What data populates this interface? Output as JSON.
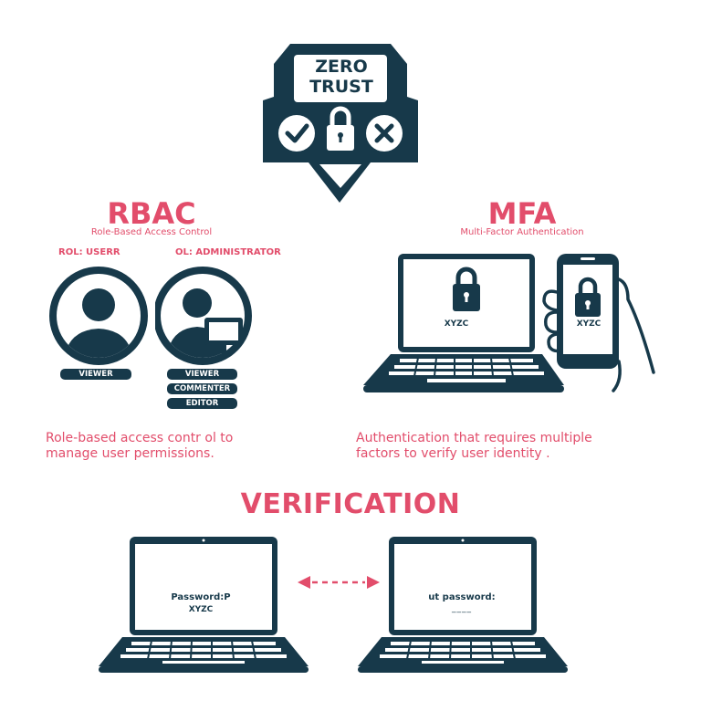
{
  "colors": {
    "navy": "#17394a",
    "accent": "#e24d6b",
    "background": "#ffffff"
  },
  "shield": {
    "title_line1": "ZERO",
    "title_line2": "TRUST",
    "icons": [
      "check-icon",
      "padlock-icon",
      "x-icon"
    ]
  },
  "rbac": {
    "title": "RBAC",
    "subtitle": "Role-Based Access Control",
    "user": {
      "role_label": "ROL: USERR",
      "permissions": [
        "VIEWER"
      ]
    },
    "admin": {
      "role_label": "OL: ADMINISTRATOR",
      "permissions": [
        "VIEWER",
        "COMMENTER",
        "EDITOR"
      ]
    },
    "description_line1": "Role-based access contr ol to",
    "description_line2": "manage user permissions."
  },
  "mfa": {
    "title": "MFA",
    "subtitle": "Multi-Factor Authentication",
    "laptop_code": "XYZC",
    "phone_code": "XYZC",
    "description_line1": "Authentication that requires multiple",
    "description_line2": "factors to verify user identity ."
  },
  "verification": {
    "title": "VERIFICATION",
    "left_screen_label": "Password:P",
    "left_screen_value": "XYZC",
    "right_screen_label": "ut password:",
    "right_screen_placeholder": "____"
  }
}
